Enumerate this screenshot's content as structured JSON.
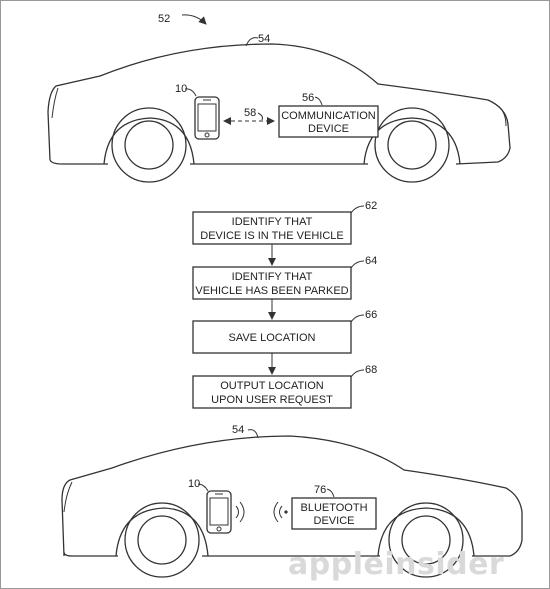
{
  "figure": {
    "ref_main": "52",
    "ref_car": "54",
    "ref_phone": "10",
    "ref_link": "58",
    "ref_comm": "56",
    "comm_device": [
      "COMMUNICATION",
      "DEVICE"
    ],
    "ref_bt": "76",
    "bt_device": [
      "BLUETOOTH",
      "DEVICE"
    ]
  },
  "flow": {
    "steps": [
      {
        "ref": "62",
        "lines": [
          "IDENTIFY THAT",
          "DEVICE IS IN THE VEHICLE"
        ]
      },
      {
        "ref": "64",
        "lines": [
          "IDENTIFY THAT",
          "VEHICLE HAS BEEN PARKED"
        ]
      },
      {
        "ref": "66",
        "lines": [
          "SAVE LOCATION"
        ]
      },
      {
        "ref": "68",
        "lines": [
          "OUTPUT LOCATION",
          "UPON USER REQUEST"
        ]
      }
    ]
  },
  "watermark": "appleinsider"
}
